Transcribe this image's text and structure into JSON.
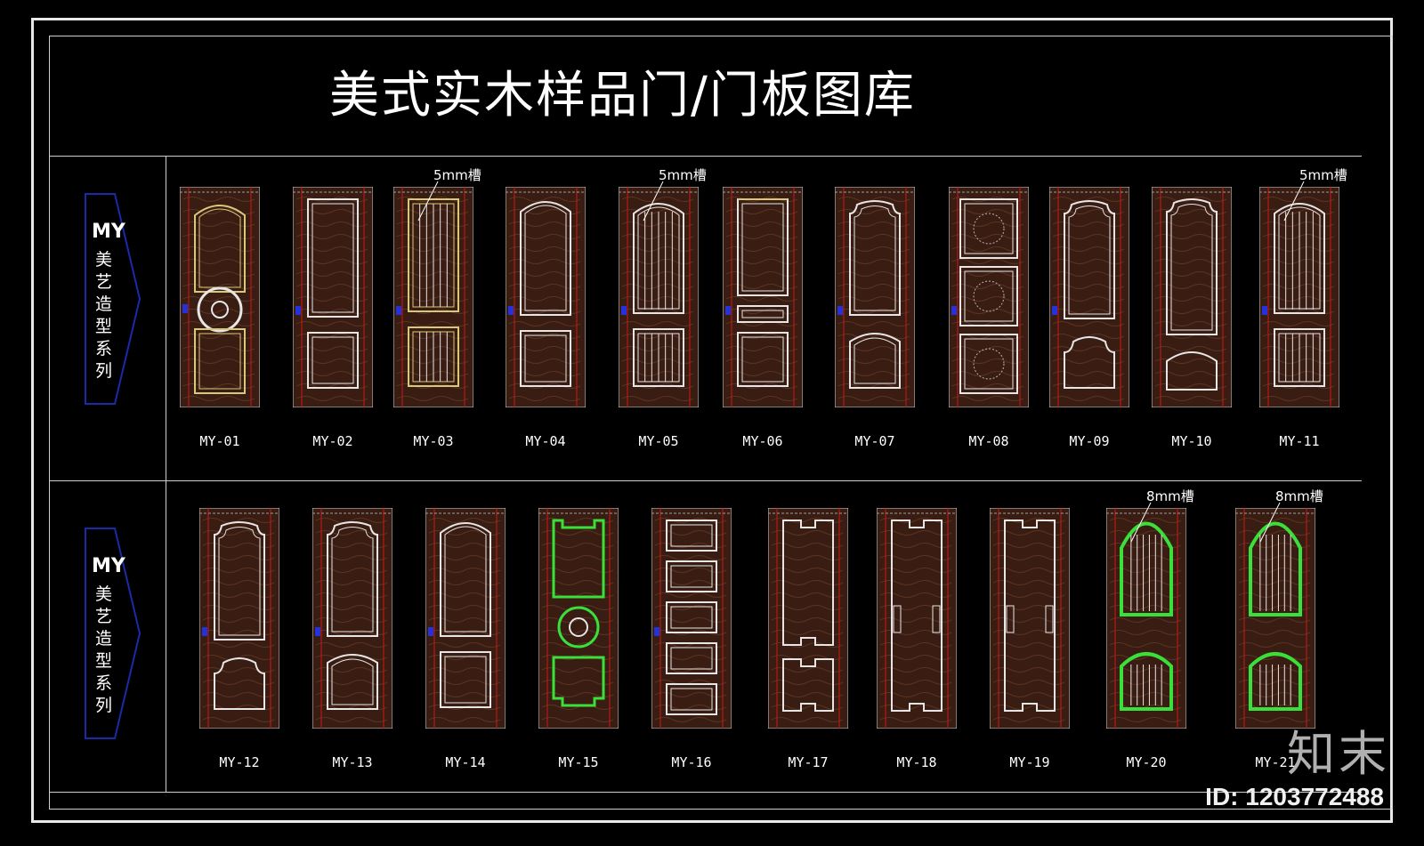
{
  "title": "美式实木样品门/门板图库",
  "rows": [
    {
      "series_code": "MY",
      "series_name": "美艺造型系列",
      "doors": [
        {
          "label": "MY-01",
          "style": "ring"
        },
        {
          "label": "MY-02",
          "style": "two-panel"
        },
        {
          "label": "MY-03",
          "style": "groove-panel",
          "note": "5mm槽"
        },
        {
          "label": "MY-04",
          "style": "arch-two"
        },
        {
          "label": "MY-05",
          "style": "arch-groove",
          "note": "5mm槽"
        },
        {
          "label": "MY-06",
          "style": "three-panel"
        },
        {
          "label": "MY-07",
          "style": "arch-ogee"
        },
        {
          "label": "MY-08",
          "style": "carved-three"
        },
        {
          "label": "MY-09",
          "style": "ogee-two"
        },
        {
          "label": "MY-10",
          "style": "ogee-long"
        },
        {
          "label": "MY-11",
          "style": "arch-groove",
          "note": "5mm槽"
        }
      ]
    },
    {
      "series_code": "MY",
      "series_name": "美艺造型系列",
      "doors": [
        {
          "label": "MY-12",
          "style": "ogee-two"
        },
        {
          "label": "MY-13",
          "style": "arch-ogee"
        },
        {
          "label": "MY-14",
          "style": "arch-two"
        },
        {
          "label": "MY-15",
          "style": "green-ring"
        },
        {
          "label": "MY-16",
          "style": "five-panel"
        },
        {
          "label": "MY-17",
          "style": "notch-two"
        },
        {
          "label": "MY-18",
          "style": "notch-long"
        },
        {
          "label": "MY-19",
          "style": "notch-long"
        },
        {
          "label": "MY-20",
          "style": "green-arch",
          "note": "8mm槽"
        },
        {
          "label": "MY-21",
          "style": "green-arch",
          "note": "8mm槽"
        }
      ]
    }
  ],
  "watermark": "知末",
  "id_text": "ID: 1203772488",
  "colors": {
    "door_fill": "#3a1d12",
    "door_grain": "#5a3323",
    "molding": "#e6e6e6",
    "gold": "#d8c87a",
    "green": "#39e03a",
    "red": "#d01818",
    "blue": "#2233dd",
    "tag_border": "#1a2aa8"
  }
}
